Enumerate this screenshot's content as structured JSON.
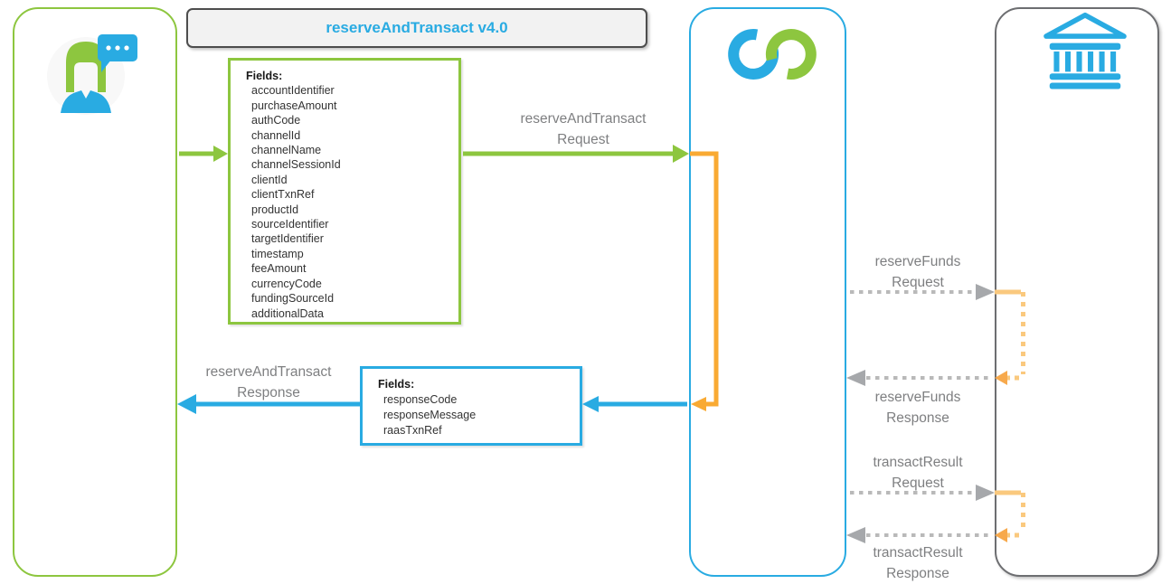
{
  "title": "reserveAndTransact v4.0",
  "lanes": {
    "client": {
      "icon": "person-with-speech-bubble-icon"
    },
    "raas": {
      "icon": "interlocked-rings-logo-icon"
    },
    "bank": {
      "icon": "bank-building-icon"
    }
  },
  "request_box": {
    "heading": "Fields:",
    "fields": [
      "accountIdentifier",
      "purchaseAmount",
      "authCode",
      "channelId",
      "channelName",
      "channelSessionId",
      "clientId",
      "clientTxnRef",
      "productId",
      "sourceIdentifier",
      "targetIdentifier",
      "timestamp",
      "feeAmount",
      "currencyCode",
      "fundingSourceId",
      "additionalData"
    ]
  },
  "response_box": {
    "heading": "Fields:",
    "fields": [
      "responseCode",
      "responseMessage",
      "raasTxnRef"
    ]
  },
  "messages": {
    "request": "reserveAndTransact\nRequest",
    "response": "reserveAndTransact\nResponse",
    "reserve_funds_request": "reserveFunds\nRequest",
    "reserve_funds_response": "reserveFunds\nResponse",
    "transact_result_request": "transactResult\nRequest",
    "transact_result_response": "transactResult\nResponse"
  },
  "colors": {
    "green": "#8DC63F",
    "blue": "#29ABE2",
    "orange": "#F9AA33",
    "orange_light": "#FAC97E",
    "gray_dash": "#B9B9B9",
    "gray_arrowhead": "#A6A8AB",
    "label_text": "#7E7F81",
    "title_text": "#29ABE2",
    "bank_lane_border": "#6D6E71"
  }
}
